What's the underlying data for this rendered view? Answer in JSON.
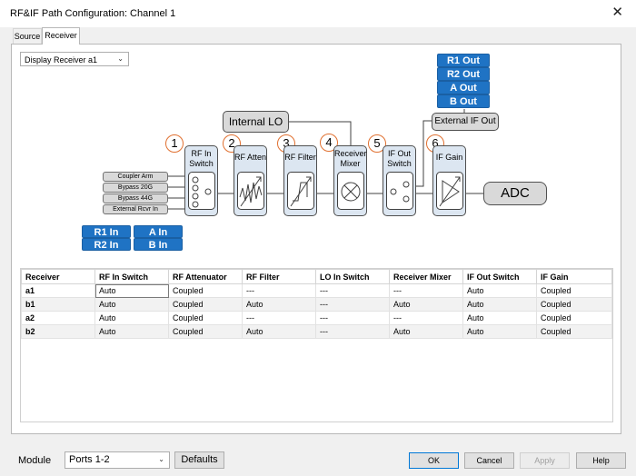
{
  "window": {
    "title": "RF&IF Path Configuration: Channel 1",
    "close_glyph": "✕"
  },
  "tabs": [
    {
      "label": "Source",
      "active": false
    },
    {
      "label": "Receiver",
      "active": true
    }
  ],
  "receiver_select": {
    "value": "Display Receiver a1"
  },
  "outputs": [
    "R1 Out",
    "R2 Out",
    "A Out",
    "B Out"
  ],
  "inputs": {
    "r1": "R1 In",
    "r2": "R2 In",
    "a": "A In",
    "b": "B In"
  },
  "input_labels": [
    "Coupler Arm",
    "Bypass 20G",
    "Bypass 44G",
    "External Rcvr In"
  ],
  "diagram": {
    "internal_lo": "Internal LO",
    "external_if_out": "External IF Out",
    "adc": "ADC",
    "stages": [
      {
        "num": "1",
        "label": "RF In\nSwitch"
      },
      {
        "num": "2",
        "label": "RF Atten"
      },
      {
        "num": "3",
        "label": "RF Filter"
      },
      {
        "num": "4",
        "label": "Receiver\nMixer"
      },
      {
        "num": "5",
        "label": "IF Out\nSwitch"
      },
      {
        "num": "6",
        "label": "IF Gain"
      }
    ]
  },
  "table": {
    "headers": [
      "Receiver",
      "RF In Switch",
      "RF Attenuator",
      "RF Filter",
      "LO In Switch",
      "Receiver Mixer",
      "IF Out Switch",
      "IF Gain"
    ],
    "rows": [
      [
        "a1",
        "Auto",
        "Coupled",
        "---",
        "---",
        "---",
        "Auto",
        "Coupled"
      ],
      [
        "b1",
        "Auto",
        "Coupled",
        "Auto",
        "---",
        "Auto",
        "Auto",
        "Coupled"
      ],
      [
        "a2",
        "Auto",
        "Coupled",
        "---",
        "---",
        "---",
        "Auto",
        "Coupled"
      ],
      [
        "b2",
        "Auto",
        "Coupled",
        "Auto",
        "---",
        "Auto",
        "Auto",
        "Coupled"
      ]
    ]
  },
  "footer": {
    "module_label": "Module",
    "module_value": "Ports 1-2",
    "defaults": "Defaults",
    "ok": "OK",
    "cancel": "Cancel",
    "apply": "Apply",
    "help": "Help"
  },
  "colors": {
    "accent_blue": "#1f73c4",
    "block_fill": "#dce6f1",
    "number_ring": "#e07030"
  }
}
